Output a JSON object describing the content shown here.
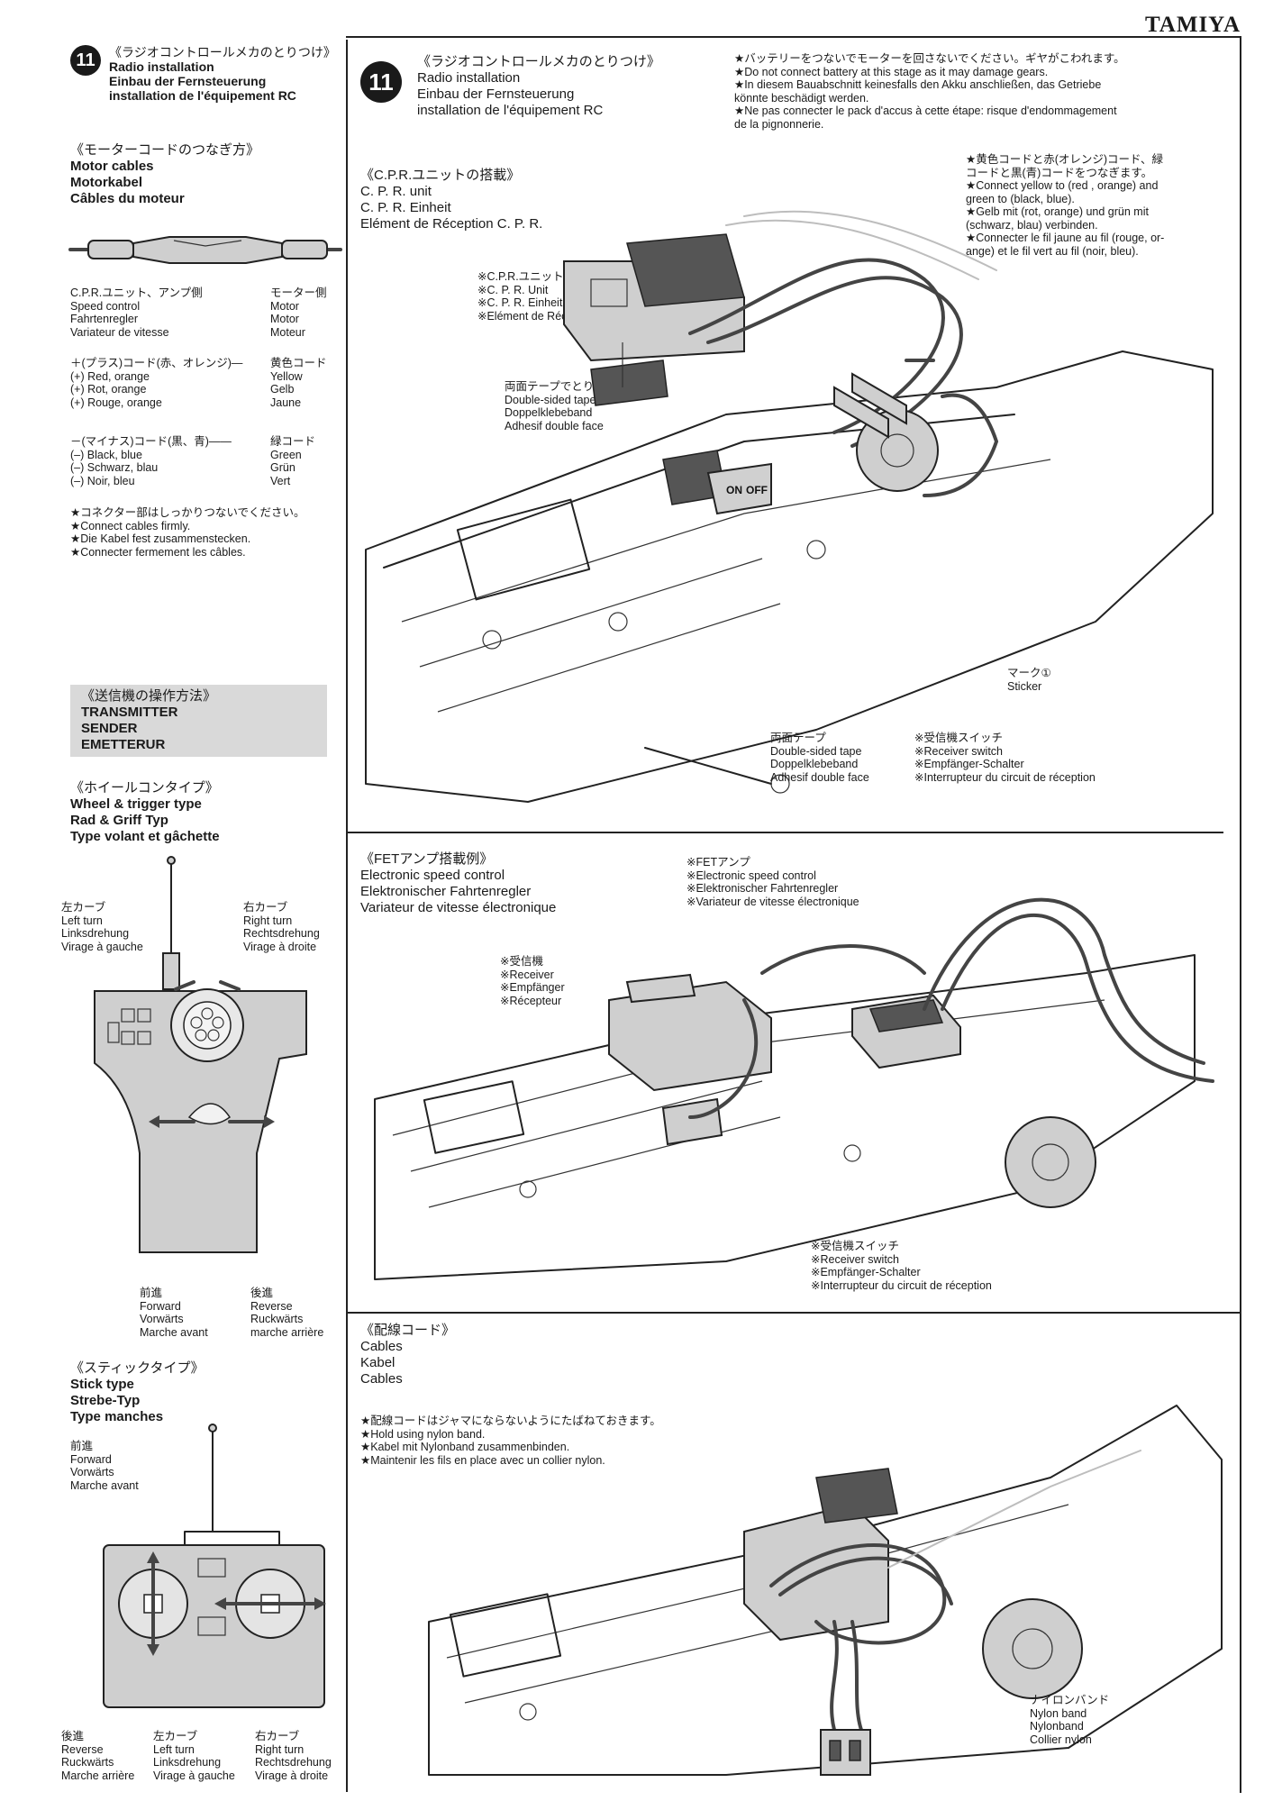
{
  "header": {
    "brand": "TAMIYA"
  },
  "left": {
    "step_number": "11",
    "step_title": [
      "《ラジオコントロールメカのとりつけ》",
      "Radio installation",
      "Einbau der Fernsteuerung",
      "installation de l'équipement RC"
    ],
    "motor_cables": {
      "title": [
        "《モーターコードのつなぎ方》",
        "Motor cables",
        "Motorkabel",
        "Câbles du moteur"
      ],
      "speed_control_side": [
        "C.P.R.ユニット、アンプ側",
        "Speed control",
        "Fahrtenregler",
        "Variateur de vitesse"
      ],
      "motor_side": [
        "モーター側",
        "Motor",
        "Motor",
        "Moteur"
      ],
      "plus_left": [
        "＋(プラス)コード(赤、オレンジ)—",
        "(+) Red, orange",
        "(+) Rot, orange",
        "(+) Rouge, orange"
      ],
      "plus_right": [
        "黄色コード",
        "Yellow",
        "Gelb",
        "Jaune"
      ],
      "minus_left": [
        "－(マイナス)コード(黒、青)——",
        "(–) Black, blue",
        "(–) Schwarz, blau",
        "(–) Noir, bleu"
      ],
      "minus_right": [
        "緑コード",
        "Green",
        "Grün",
        "Vert"
      ],
      "connect_note": [
        "★コネクター部はしっかりつないでください。",
        "★Connect cables firmly.",
        "★Die Kabel fest zusammenstecken.",
        "★Connecter fermement les câbles."
      ]
    },
    "transmitter": {
      "title": [
        "《送信機の操作方法》",
        "TRANSMITTER",
        "SENDER",
        "EMETTERUR"
      ],
      "wheel_title": [
        "《ホイールコンタイプ》",
        "Wheel & trigger type",
        "Rad & Griff Typ",
        "Type volant et gâchette"
      ],
      "left_turn": [
        "左カーブ",
        "Left turn",
        "Linksdrehung",
        "Virage à gauche"
      ],
      "right_turn": [
        "右カーブ",
        "Right turn",
        "Rechtsdrehung",
        "Virage à droite"
      ],
      "forward": [
        "前進",
        "Forward",
        "Vorwärts",
        "Marche avant"
      ],
      "reverse": [
        "後進",
        "Reverse",
        "Ruckwärts",
        "marche arrière"
      ],
      "stick_title": [
        "《スティックタイプ》",
        "Stick type",
        "Strebe-Typ",
        "Type manches"
      ],
      "stick_forward": [
        "前進",
        "Forward",
        "Vorwärts",
        "Marche avant"
      ],
      "stick_reverse": [
        "後進",
        "Reverse",
        "Ruckwärts",
        "Marche arrière"
      ],
      "stick_left": [
        "左カーブ",
        "Left turn",
        "Linksdrehung",
        "Virage à gauche"
      ],
      "stick_right": [
        "右カーブ",
        "Right turn",
        "Rechtsdrehung",
        "Virage à droite"
      ]
    }
  },
  "main": {
    "step_number": "11",
    "step_title": [
      "《ラジオコントロールメカのとりつけ》",
      "Radio installation",
      "Einbau der Fernsteuerung",
      "installation de l'équipement RC"
    ],
    "warning": [
      "★バッテリーをつないでモーターを回さないでください。ギヤがこわれます。",
      "★Do not connect battery at this stage as it may damage gears.",
      "★In diesem Bauabschnitt keinesfalls den Akku anschließen, das Getriebe",
      "könnte beschädigt werden.",
      "★Ne pas connecter le pack d'accus à cette étape: risque d'endommagement",
      "de la pignonnerie."
    ],
    "cpr_mount": [
      "《C.P.R.ユニットの搭載》",
      "C. P. R. unit",
      "C. P. R. Einheit",
      "Elément de Réception C. P. R."
    ],
    "cpr_unit_label": [
      "※C.P.R.ユニット",
      "※C. P. R. Unit",
      "※C. P. R. Einheit",
      "※Elément de Réception C. P. R."
    ],
    "double_tape_top": [
      "両面テープでとりつけます。",
      "Double-sided tape",
      "Doppelklebeband",
      "Adhesif double face"
    ],
    "connect_yellow": [
      "★黄色コードと赤(オレンジ)コード、緑",
      "コードと黒(青)コードをつなぎます。",
      "★Connect yellow to (red , orange) and",
      "green to (black, blue).",
      "★Gelb mit (rot, orange) und grün mit",
      "(schwarz, blau) verbinden.",
      "★Connecter le fil jaune au fil (rouge, or-",
      "ange) et le fil vert au fil (noir, bleu)."
    ],
    "sticker": [
      "マーク①",
      "Sticker"
    ],
    "switch_on": "ON",
    "switch_off": "OFF",
    "double_tape_bottom": [
      "両面テープ",
      "Double-sided tape",
      "Doppelklebeband",
      "Adhesif double face"
    ],
    "receiver_switch": [
      "※受信機スイッチ",
      "※Receiver switch",
      "※Empfänger-Schalter",
      "※Interrupteur du circuit de réception"
    ],
    "fet_title": [
      "《FETアンプ搭載例》",
      "Electronic speed control",
      "Elektronischer Fahrtenregler",
      "Variateur de vitesse électronique"
    ],
    "fet_amp": [
      "※FETアンプ",
      "※Electronic speed control",
      "※Elektronischer Fahrtenregler",
      "※Variateur de vitesse électronique"
    ],
    "receiver": [
      "※受信機",
      "※Receiver",
      "※Empfänger",
      "※Récepteur"
    ],
    "receiver_switch2": [
      "※受信機スイッチ",
      "※Receiver switch",
      "※Empfänger-Schalter",
      "※Interrupteur du circuit de réception"
    ],
    "cables_title": [
      "《配線コード》",
      "Cables",
      "Kabel",
      "Cables"
    ],
    "cables_note": [
      "★配線コードはジャマにならないようにたばねておきます。",
      "★Hold using nylon band.",
      "★Kabel mit Nylonband zusammenbinden.",
      "★Maintenir les fils en place avec un collier nylon."
    ],
    "nylon_band": [
      "ナイロンバンド",
      "Nylon band",
      "Nylonband",
      "Collier nylon"
    ]
  }
}
